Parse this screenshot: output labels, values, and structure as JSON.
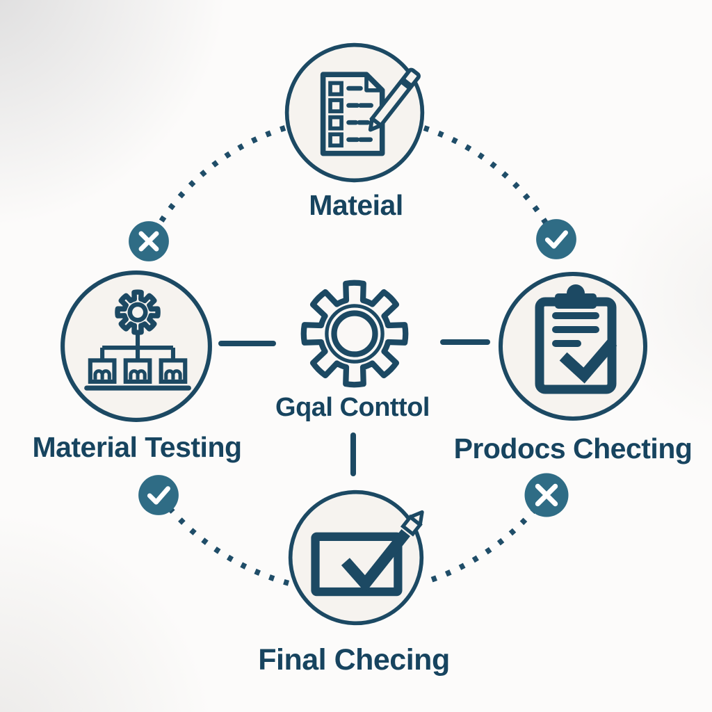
{
  "diagram": {
    "nodes": {
      "top": {
        "label": "Mateial",
        "icon": "checklist-pencil-icon"
      },
      "left": {
        "label": "Material Testing",
        "icon": "factory-hierarchy-icon"
      },
      "center": {
        "label": "Gqal Conttol",
        "icon": "gear-icon"
      },
      "right": {
        "label": "Prodocs Checting",
        "icon": "clipboard-check-icon"
      },
      "bottom": {
        "label": "Final Checing",
        "icon": "checkbox-pencil-icon"
      }
    },
    "badges": {
      "top_left": "cross",
      "top_right": "check",
      "bottom_left": "check",
      "bottom_right": "cross"
    },
    "connectors": {
      "dotted": [
        "top-to-left-badge",
        "top-to-right-badge",
        "left-badge-to-bottom",
        "right-badge-to-bottom"
      ],
      "solid": [
        "left-to-center",
        "center-to-right",
        "center-to-bottom"
      ]
    },
    "colors": {
      "ink": "#1c4963",
      "text": "#17445f",
      "badge_fill": "#2f6c85",
      "node_fill": "#f6f3ef",
      "background": "#fcfbfa"
    }
  }
}
